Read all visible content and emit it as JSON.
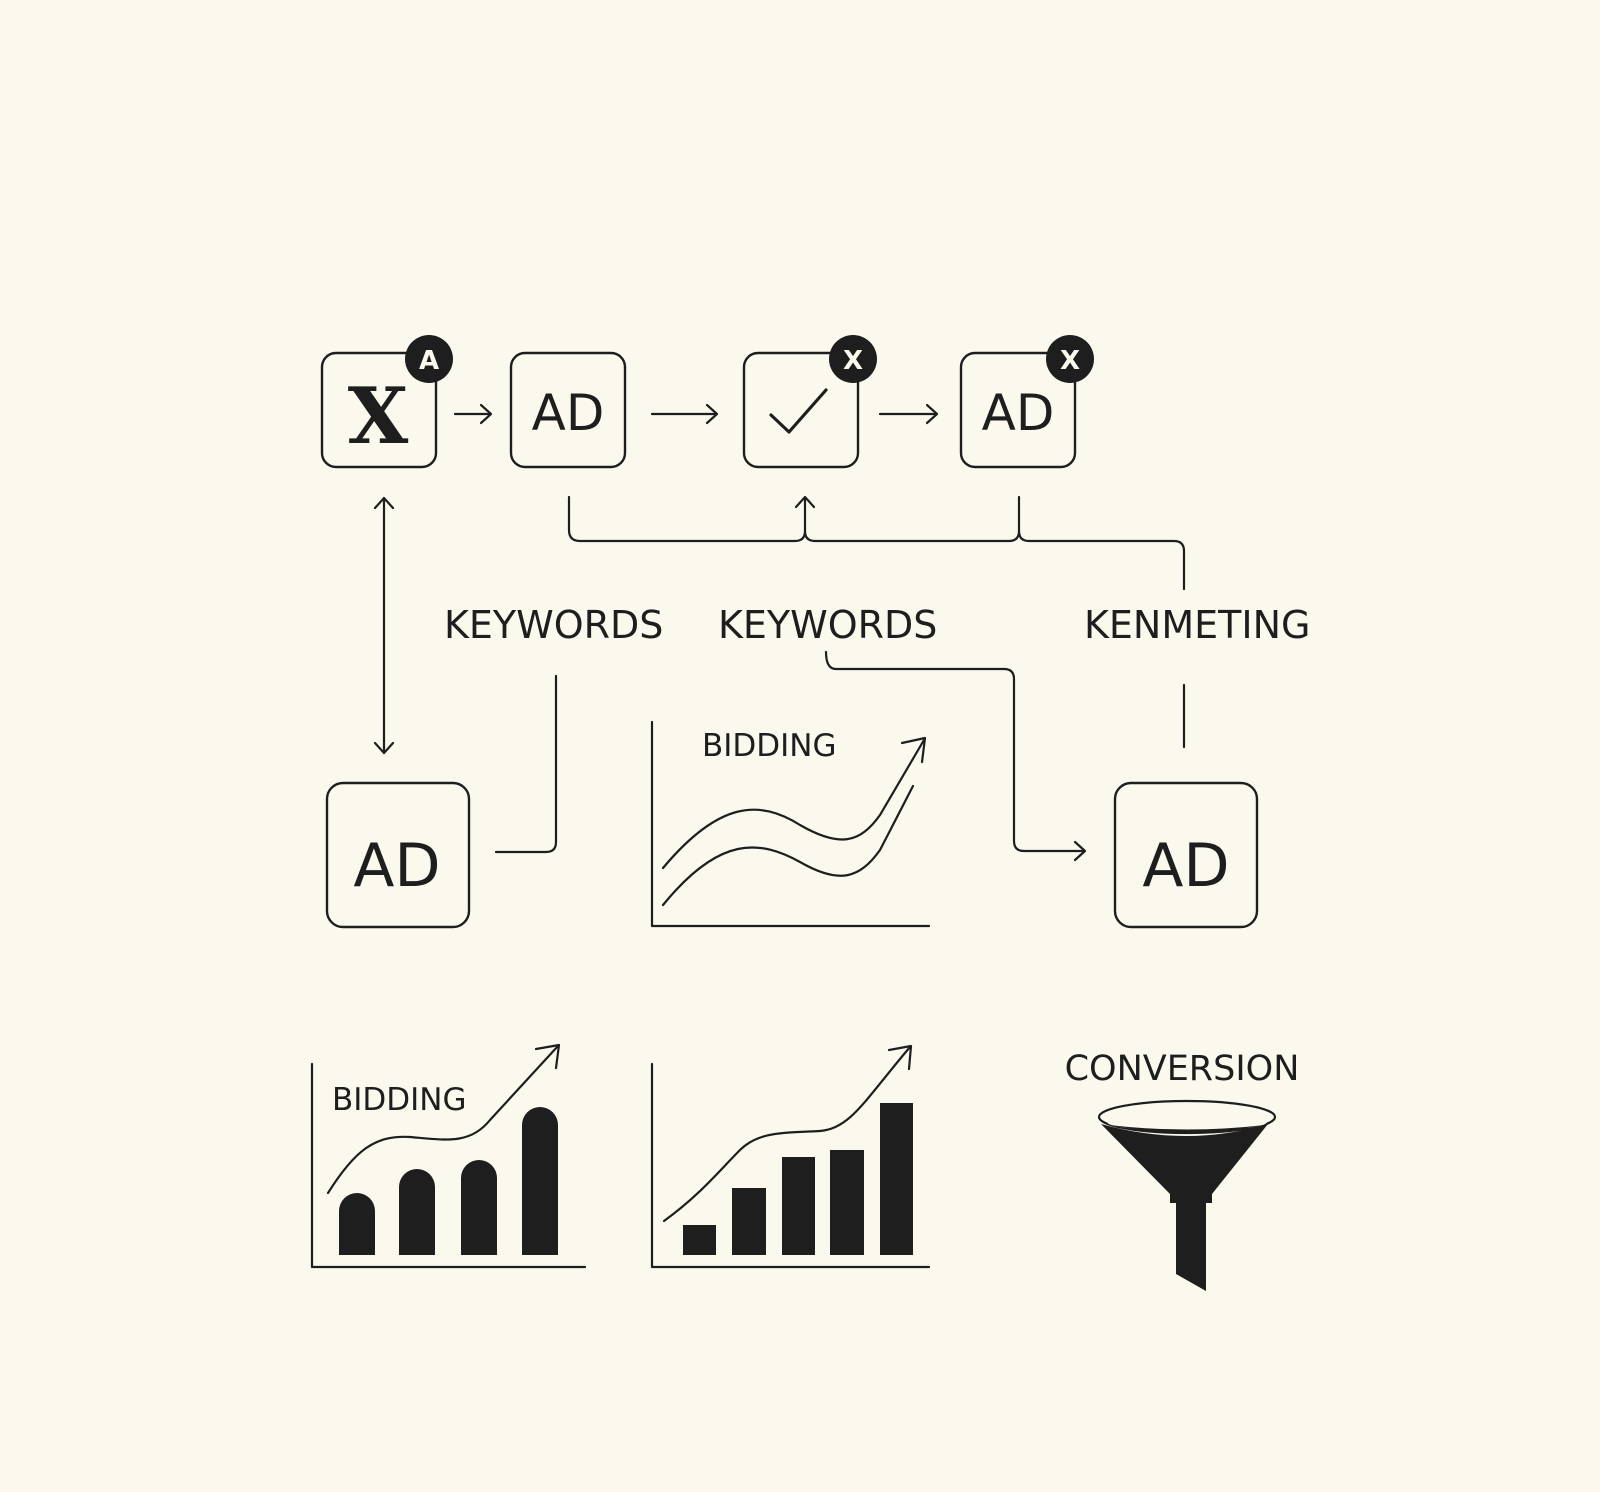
{
  "nodes": {
    "translate_box": {
      "glyph": "X",
      "badge": "A"
    },
    "ad_box_1": {
      "label": "AD"
    },
    "check_box": {
      "badge": "X"
    },
    "ad_box_2": {
      "label": "AD",
      "badge": "X"
    },
    "ad_box_left": {
      "label": "AD"
    },
    "ad_box_right": {
      "label": "AD"
    }
  },
  "labels": {
    "keywords_1": "KEYWORDS",
    "keywords_2": "KEYWORDS",
    "kenmeting": "KENMETING",
    "bidding_line_chart": "BIDDING",
    "bidding_bar_chart": "BIDDING",
    "conversion": "CONVERSION"
  },
  "icons": {
    "translate": "translate-icon",
    "check": "checkmark-icon",
    "funnel": "funnel-icon",
    "trend_arrow": "trend-arrow-icon"
  },
  "colors": {
    "background": "#fbf9ed",
    "ink": "#1e1e1e"
  }
}
